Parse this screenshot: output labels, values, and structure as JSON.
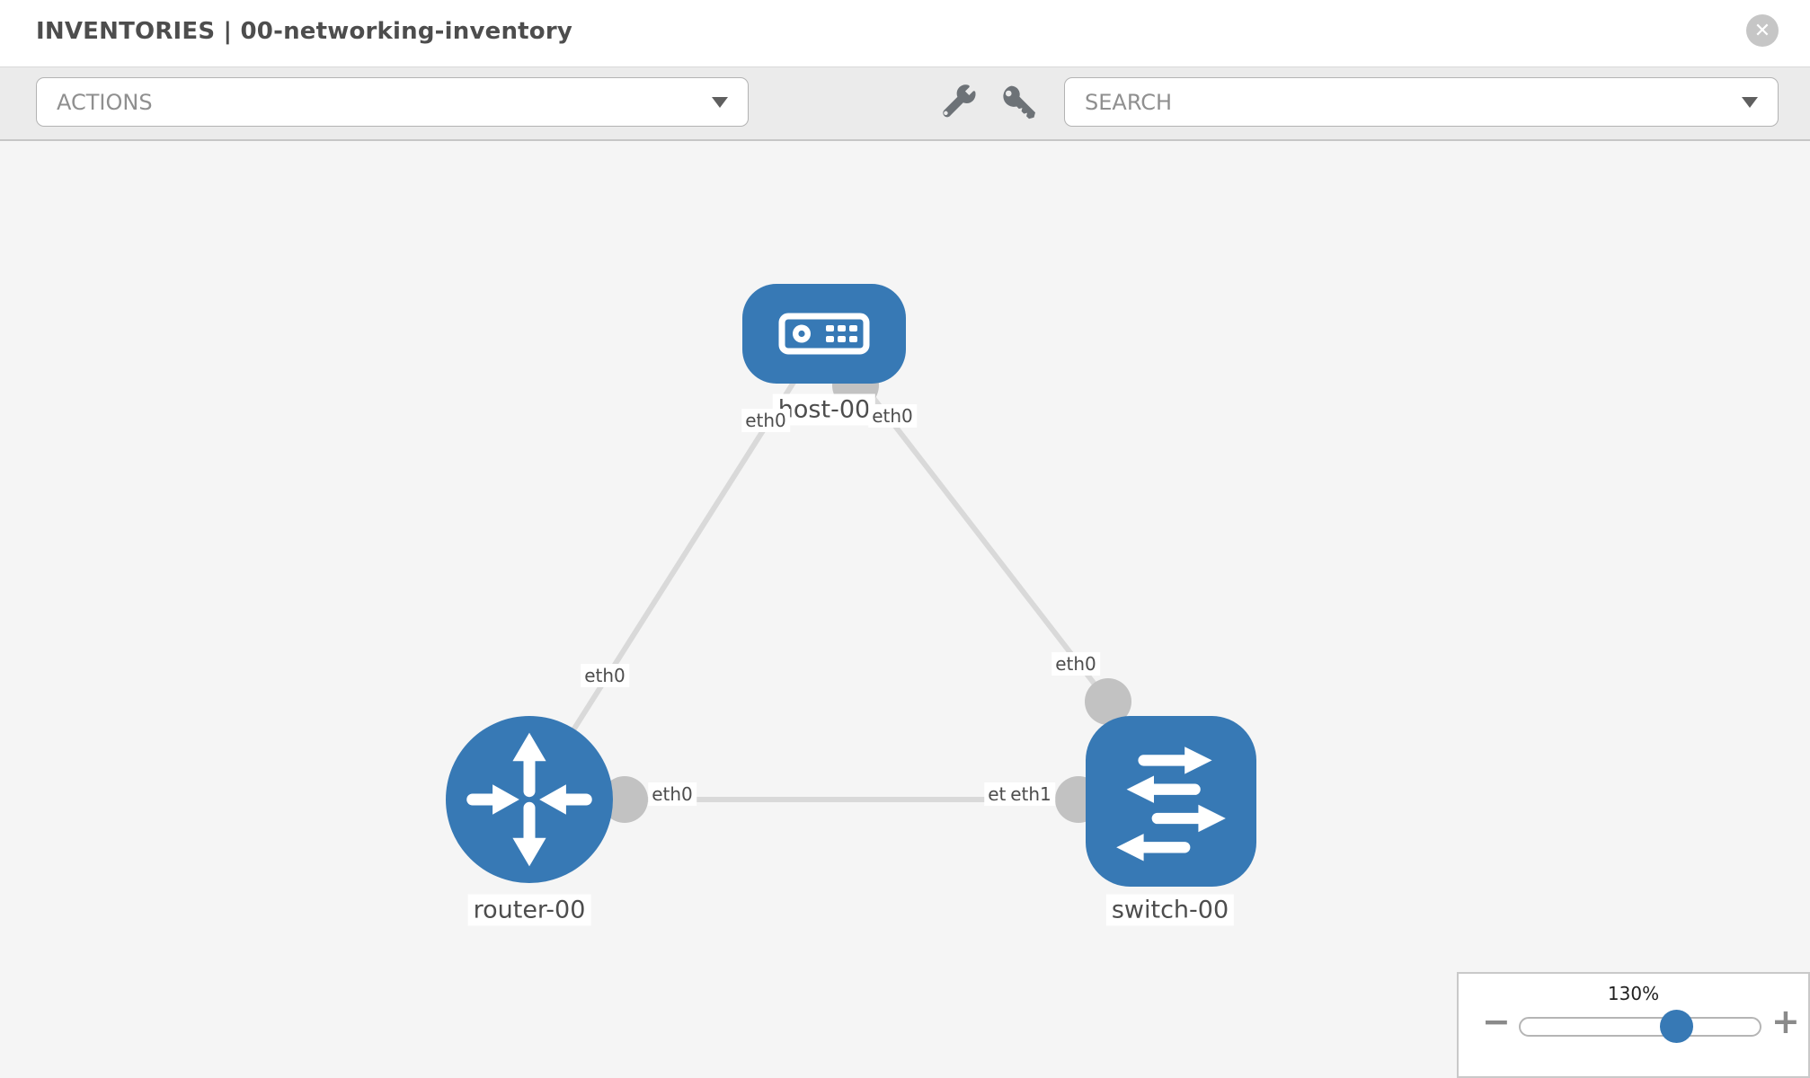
{
  "header": {
    "title": "INVENTORIES | 00-networking-inventory",
    "close_glyph": "✕"
  },
  "toolbar": {
    "actions_label": "ACTIONS",
    "search_label": "SEARCH",
    "icons": [
      "wrench-icon",
      "key-icon"
    ]
  },
  "colors": {
    "node_blue": "#3779b5",
    "link_gray": "#d9d9d9",
    "connector_gray": "#c2c2c2",
    "canvas_bg": "#f5f5f5",
    "toolbar_bg": "#ebebeb"
  },
  "canvas": {
    "nodes": [
      {
        "id": "host-00",
        "label": "host-00",
        "type": "host"
      },
      {
        "id": "router-00",
        "label": "router-00",
        "type": "router"
      },
      {
        "id": "switch-00",
        "label": "switch-00",
        "type": "switch"
      }
    ],
    "links": [
      {
        "from": "host-00",
        "from_if": "eth0",
        "to": "router-00",
        "to_if": "eth0"
      },
      {
        "from": "host-00",
        "from_if": "eth0",
        "to": "switch-00",
        "to_if": "eth0"
      },
      {
        "from": "router-00",
        "from_if": "eth0",
        "to": "switch-00",
        "to_if": "eth1",
        "to_if_hidden": "eth0"
      }
    ]
  },
  "zoom_panel": {
    "level": "130%",
    "minus_glyph": "−",
    "plus_glyph": "+"
  }
}
